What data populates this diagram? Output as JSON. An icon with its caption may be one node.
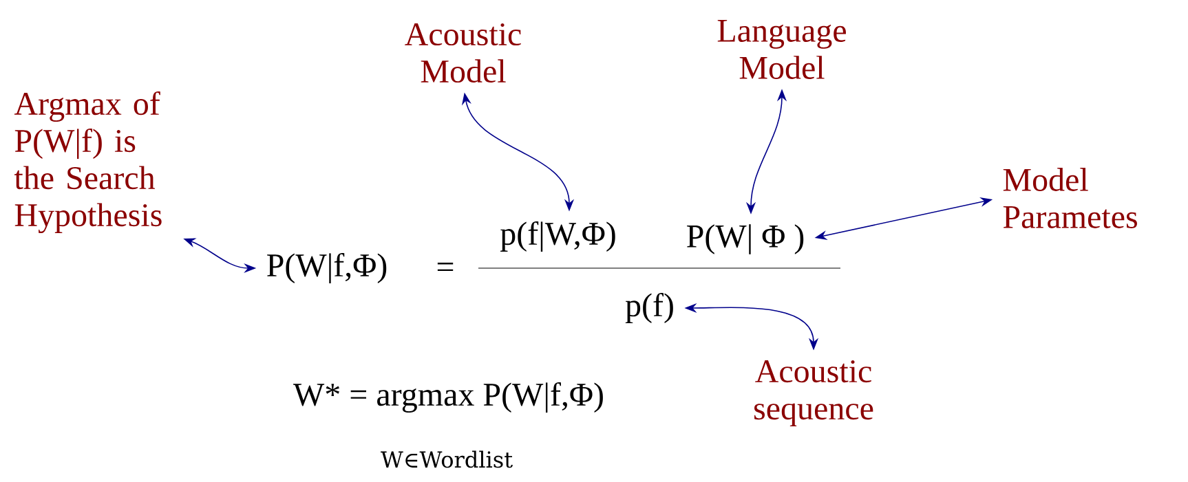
{
  "diagram": {
    "nodes": [
      {
        "text": [
          "Argmax of P(W|f) is the Search Hypothesis"
        ]
      },
      {
        "text": [
          "Acoustic Model"
        ]
      },
      {
        "text": [
          "Language Model"
        ]
      },
      {
        "text": [
          "Model Parametes"
        ]
      },
      {
        "text": [
          "P(W|f,Φ)"
        ]
      },
      {
        "text": [
          "p(f|W,Φ)"
        ]
      },
      {
        "text": [
          "P(W| Φ )"
        ]
      },
      {
        "text": [
          "p(f)"
        ]
      },
      {
        "text": [
          "Acoustic sequence"
        ]
      }
    ],
    "edges": [
      {
        "from": 0,
        "to": 4,
        "arrow": "both"
      },
      {
        "from": 1,
        "to": 5,
        "arrow": "both"
      },
      {
        "from": 2,
        "to": 6,
        "arrow": "both"
      },
      {
        "from": 3,
        "to": 6,
        "arrow": "both"
      },
      {
        "from": 7,
        "to": 8,
        "arrow": "both"
      }
    ],
    "labels": [
      "=",
      "W* = argmax P(W|f,Φ)",
      "W∈Wordlist"
    ]
  }
}
